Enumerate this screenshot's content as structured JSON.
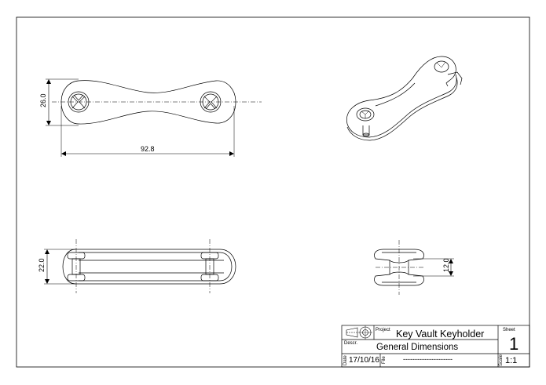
{
  "dimensions": {
    "top_width": "26.0",
    "top_length": "92.8",
    "side_width": "22.0",
    "end_width": "12.0"
  },
  "title_block": {
    "project_label": "Project",
    "project_value": "Key Vault Keyholder",
    "descr_label": "Descr.",
    "descr_value": "General Dimensions",
    "date_label": "Date",
    "date_value": "17/10/16",
    "file_label": "File",
    "file_value": "---------------------",
    "sheet_label": "Sheet",
    "sheet_value": "1",
    "scale_label": "Scale",
    "scale_value": "1:1"
  },
  "icons": [
    "third-angle-projection-icon"
  ]
}
